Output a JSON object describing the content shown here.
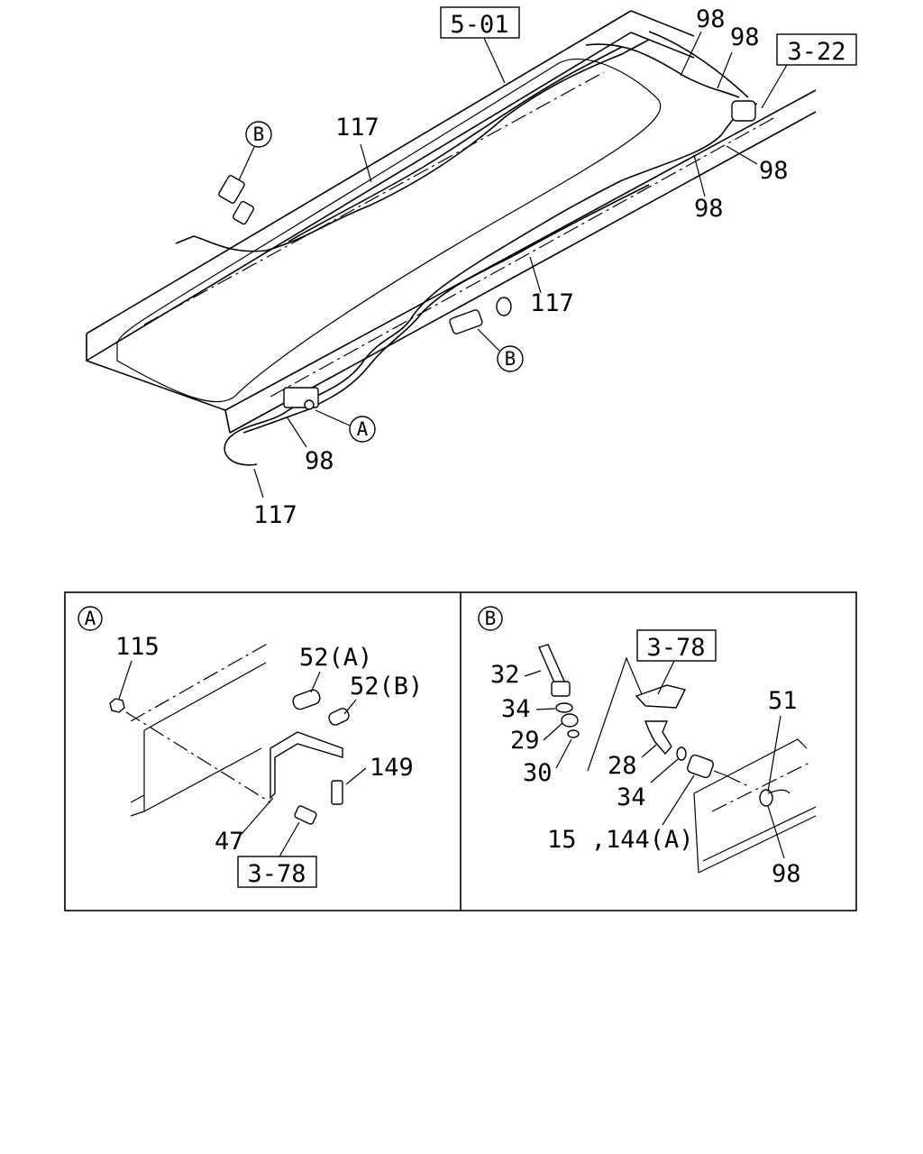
{
  "main": {
    "labels": {
      "ref_501": "5-01",
      "ref_322": "3-22",
      "n98_a": "98",
      "n98_b": "98",
      "n98_c": "98",
      "n98_d": "98",
      "n98_e": "98",
      "n117_a": "117",
      "n117_b": "117",
      "n117_c": "117",
      "callout_b1": "B",
      "callout_b2": "B",
      "callout_a": "A"
    }
  },
  "detail_a": {
    "title": "A",
    "labels": {
      "n115": "115",
      "n52a": "52(A)",
      "n52b": "52(B)",
      "n149": "149",
      "n47": "47",
      "ref_378": "3-78"
    }
  },
  "detail_b": {
    "title": "B",
    "labels": {
      "n32": "32",
      "n34a": "34",
      "n29": "29",
      "n30": "30",
      "n28": "28",
      "n34b": "34",
      "n15_144": "15 ,144(A)",
      "n51": "51",
      "n98": "98",
      "ref_378": "3-78"
    }
  }
}
